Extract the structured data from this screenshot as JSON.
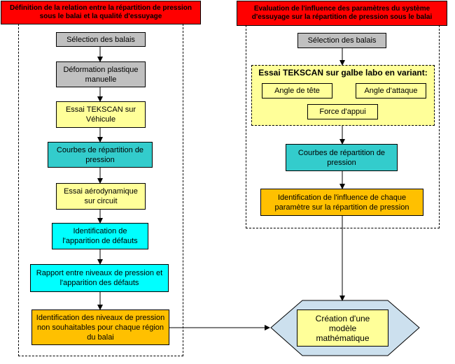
{
  "left": {
    "title": "Définition de la relation entre la répartition de pression sous le balai et la qualité d'essuyage",
    "steps": {
      "selection": "Sélection des balais",
      "deformation": "Déformation plastique manuelle",
      "tekscan_vehicule": "Essai TEKSCAN sur Véhicule",
      "courbes": "Courbes de répartition de pression",
      "aero": "Essai aérodynamique sur circuit",
      "identification_defauts": "Identification de l'apparition de défauts",
      "rapport": "Rapport entre niveaux de pression et l'apparition des défauts",
      "niveaux": "Identification des niveaux de pression non souhaitables pour chaque région du balai"
    }
  },
  "right": {
    "title": "Evaluation de l'influence des paramètres du système d'essuyage sur la répartition de pression sous le balai",
    "steps": {
      "selection": "Sélection des balais",
      "essai_header": "Essai TEKSCAN sur galbe labo en variant:",
      "angle_tete": "Angle de tête",
      "angle_attaque": "Angle d'attaque",
      "force_appui": "Force d'appui",
      "courbes": "Courbes de répartition de pression",
      "influence": "Identification de l'influence de chaque paramètre sur la répartition de pression"
    }
  },
  "final": {
    "label": "Création d'une modèle mathématique"
  },
  "colors": {
    "title_bg": "#ff0000",
    "grey": "#c0c0c0",
    "light_yellow": "#ffff99",
    "teal": "#33cccc",
    "cyan": "#00ffff",
    "orange": "#ffc000",
    "hexagon": "#cce0ee"
  }
}
